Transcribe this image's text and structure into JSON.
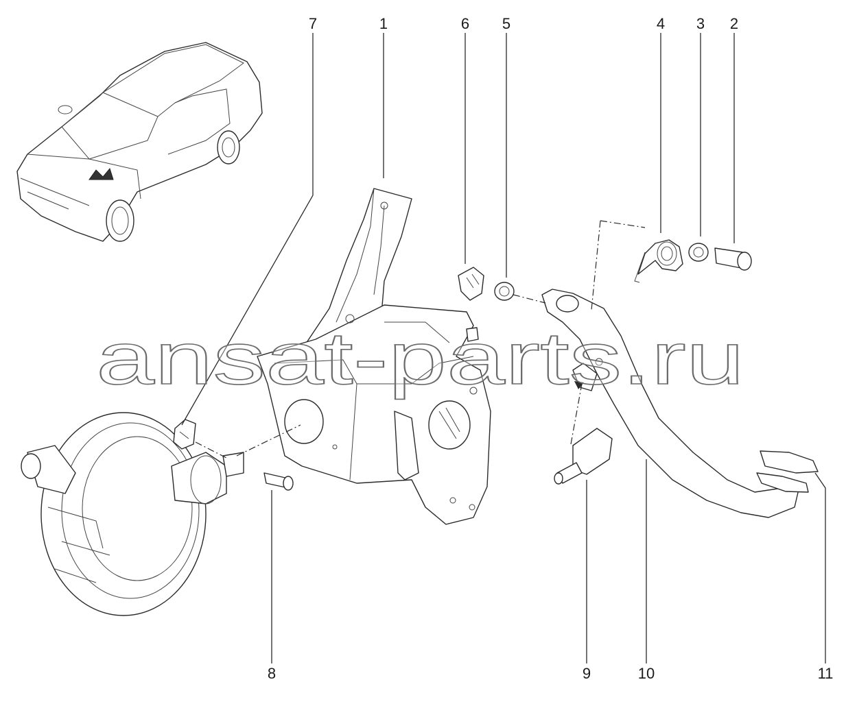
{
  "callouts": [
    {
      "id": "1",
      "text": "1"
    },
    {
      "id": "2",
      "text": "2"
    },
    {
      "id": "3",
      "text": "3"
    },
    {
      "id": "4",
      "text": "4"
    },
    {
      "id": "5",
      "text": "5"
    },
    {
      "id": "6",
      "text": "6"
    },
    {
      "id": "7",
      "text": "7"
    },
    {
      "id": "8",
      "text": "8"
    },
    {
      "id": "9",
      "text": "9"
    },
    {
      "id": "10",
      "text": "10"
    },
    {
      "id": "11",
      "text": "11"
    }
  ],
  "watermark": {
    "text": "ansat-parts.ru"
  },
  "colors": {
    "ink": "#2a2a2a",
    "background": "#ffffff",
    "watermark_outline": "#6a6a6a"
  }
}
